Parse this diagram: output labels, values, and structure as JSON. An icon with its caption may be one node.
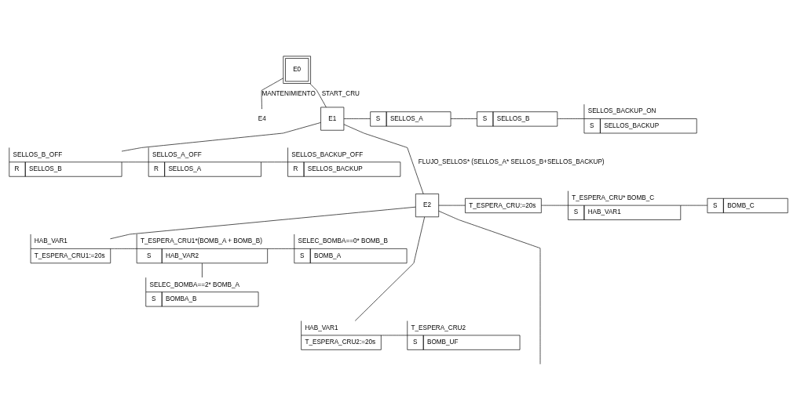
{
  "diagram": {
    "nodes": [
      {
        "text": [
          "E0"
        ]
      },
      {
        "text": [
          "E4"
        ]
      },
      {
        "text": [
          "E1"
        ]
      },
      {
        "text": [
          "S",
          "SELLOS_A"
        ]
      },
      {
        "text": [
          "S",
          "SELLOS_B"
        ]
      },
      {
        "text": [
          "SELLOS_BACKUP_ON",
          "S",
          "SELLOS_BACKUP"
        ]
      },
      {
        "text": [
          "SELLOS_B_OFF",
          "R",
          "SELLOS_B"
        ]
      },
      {
        "text": [
          "SELLOS_A_OFF",
          "R",
          "SELLOS_A"
        ]
      },
      {
        "text": [
          "SELLOS_BACKUP_OFF",
          "R",
          "SELLOS_BACKUP"
        ]
      },
      {
        "text": [
          "E2"
        ]
      },
      {
        "text": [
          "T_ESPERA_CRU:=20s"
        ]
      },
      {
        "text": [
          "T_ESPERA_CRU* BOMB_C",
          "S",
          "HAB_VAR1"
        ]
      },
      {
        "text": [
          "S",
          "BOMB_C"
        ]
      },
      {
        "text": [
          "HAB_VAR1",
          "T_ESPERA_CRU1:=20s"
        ]
      },
      {
        "text": [
          "T_ESPERA_CRU1*(BOMB_A + BOMB_B)",
          "S",
          "HAB_VAR2"
        ]
      },
      {
        "text": [
          "SELEC_BOMBA==0* BOMB_B",
          "S",
          "BOMB_A"
        ]
      },
      {
        "text": [
          "SELEC_BOMBA==2* BOMB_A",
          "S",
          "BOMBA_B"
        ]
      },
      {
        "text": [
          "HAB_VAR1",
          "T_ESPERA_CRU2:=20s"
        ]
      },
      {
        "text": [
          "T_ESPERA_CRU2",
          "S",
          "BOMB_UF"
        ]
      }
    ],
    "edges": [
      {
        "from": 0,
        "to": 1,
        "arrow": "none",
        "label": "MANTENIMIENTO"
      },
      {
        "from": 0,
        "to": 2,
        "arrow": "none",
        "label": "START_CRU"
      },
      {
        "from": 2,
        "to": 3,
        "arrow": "none"
      },
      {
        "from": 3,
        "to": 4,
        "arrow": "none"
      },
      {
        "from": 4,
        "to": 5,
        "arrow": "none"
      },
      {
        "from": 2,
        "to": 6,
        "arrow": "none"
      },
      {
        "from": 6,
        "to": 7,
        "arrow": "none"
      },
      {
        "from": 7,
        "to": 8,
        "arrow": "none"
      },
      {
        "from": 2,
        "to": 9,
        "arrow": "none",
        "label": "FLUJO_SELLOS* (SELLOS_A* SELLOS_B+SELLOS_BACKUP)"
      },
      {
        "from": 9,
        "to": 10,
        "arrow": "none"
      },
      {
        "from": 10,
        "to": 11,
        "arrow": "none"
      },
      {
        "from": 11,
        "to": 12,
        "arrow": "none"
      },
      {
        "from": 9,
        "to": 13,
        "arrow": "none"
      },
      {
        "from": 13,
        "to": 14,
        "arrow": "none"
      },
      {
        "from": 14,
        "to": 15,
        "arrow": "none"
      },
      {
        "from": 14,
        "to": 16,
        "arrow": "none"
      },
      {
        "from": 9,
        "to": 17,
        "arrow": "none"
      },
      {
        "from": 17,
        "to": 18,
        "arrow": "none"
      },
      {
        "from": 9,
        "to": null,
        "arrow": "none"
      }
    ]
  }
}
